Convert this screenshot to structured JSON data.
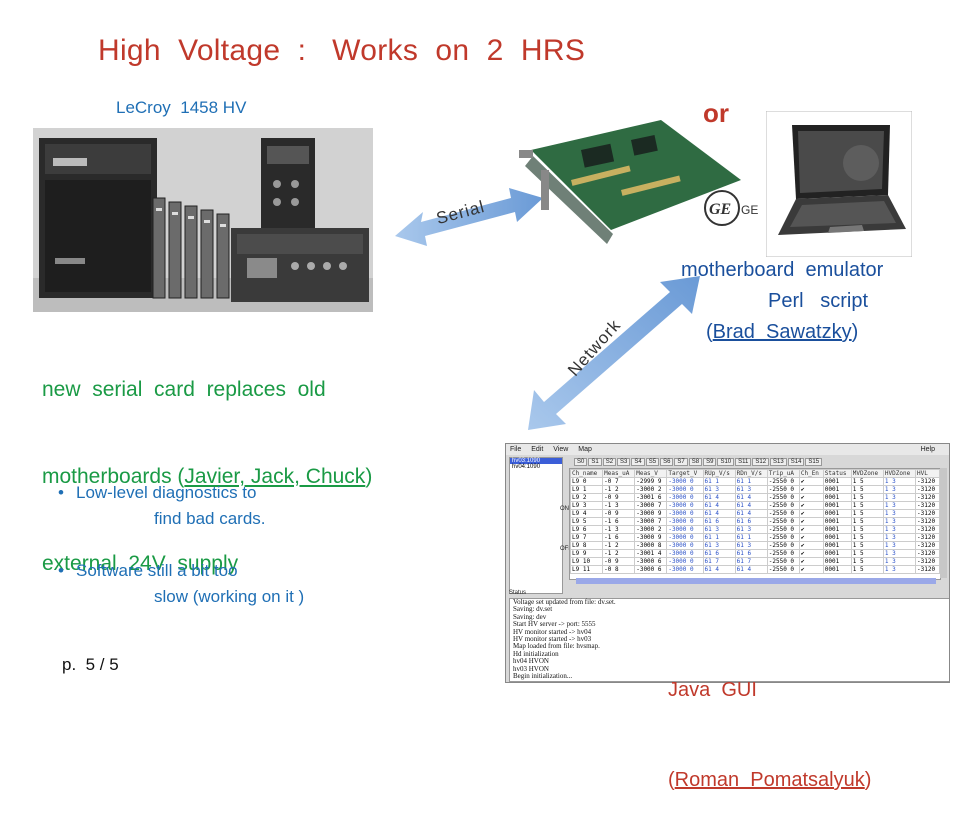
{
  "title": "High  Voltage  :   Works  on  2  HRS",
  "lecroy_label": "LeCroy  1458 HV",
  "or_label": "or",
  "serial_label": "Serial",
  "network_label": "Network",
  "ge_label": "GE",
  "left_notes": {
    "line1": "new  serial  card  replaces  old",
    "line2_pre": "motherboards (",
    "line2_names": "Javier, Jack, Chuck",
    "line2_post": ")",
    "line3": "external  24V  supply"
  },
  "emulator": {
    "line1": "motherboard  emulator",
    "line2": "Perl   script",
    "author_pre": "(",
    "author": "Brad  Sawatzky",
    "author_post": ")"
  },
  "bullets": [
    {
      "line1": "Low-level   diagnostics  to",
      "line2": "find  bad  cards."
    },
    {
      "line1": "Software still  a  bit  too",
      "line2": "slow  (working on it )"
    }
  ],
  "page_number": "p.  5 / 5",
  "java": {
    "line1": "Java  GUI",
    "author_pre": "(",
    "author": "Roman  Pomatsalyuk",
    "author_post": ")"
  },
  "gui": {
    "menu": [
      "File",
      "Edit",
      "View",
      "Map"
    ],
    "help": "Help",
    "tree": [
      "hv03:1090",
      "hv04:1090"
    ],
    "tabs": [
      "S0",
      "S1",
      "S2",
      "S3",
      "S4",
      "S5",
      "S6",
      "S7",
      "S8",
      "S9",
      "S10",
      "S11",
      "S12",
      "S13",
      "S14",
      "S15"
    ],
    "on_label": "ON",
    "off_label": "OFF",
    "columns": [
      "Ch_name",
      "Meas_uA",
      "Meas_V",
      "Target_V",
      "RUp_V/s",
      "RDn_V/s",
      "Trip_uA",
      "Ch_En",
      "Status",
      "MVDZone",
      "HVDZone",
      "HVL"
    ],
    "rows": [
      [
        "L9 0",
        "-0 7",
        "-2999 9",
        "-3000 0",
        "61 1",
        "61 1",
        "-2550 0",
        "✔",
        "0001",
        "1 5",
        "1 3",
        "-3120"
      ],
      [
        "L9 1",
        "-1 2",
        "-3000 2",
        "-3000 0",
        "61 3",
        "61 3",
        "-2550 0",
        "✔",
        "0001",
        "1 5",
        "1 3",
        "-3120"
      ],
      [
        "L9 2",
        "-0 9",
        "-3001 6",
        "-3000 0",
        "61 4",
        "61 4",
        "-2550 0",
        "✔",
        "0001",
        "1 5",
        "1 3",
        "-3120"
      ],
      [
        "L9 3",
        "-1 3",
        "-3000 7",
        "-3000 0",
        "61 4",
        "61 4",
        "-2550 0",
        "✔",
        "0001",
        "1 5",
        "1 3",
        "-3120"
      ],
      [
        "L9 4",
        "-0 9",
        "-3000 9",
        "-3000 0",
        "61 4",
        "61 4",
        "-2550 0",
        "✔",
        "0001",
        "1 5",
        "1 3",
        "-3120"
      ],
      [
        "L9 5",
        "-1 6",
        "-3000 7",
        "-3000 0",
        "61 6",
        "61 6",
        "-2550 0",
        "✔",
        "0001",
        "1 5",
        "1 3",
        "-3120"
      ],
      [
        "L9 6",
        "-1 3",
        "-3000 2",
        "-3000 0",
        "61 3",
        "61 3",
        "-2550 0",
        "✔",
        "0001",
        "1 5",
        "1 3",
        "-3120"
      ],
      [
        "L9 7",
        "-1 6",
        "-3000 9",
        "-3000 0",
        "61 1",
        "61 1",
        "-2550 0",
        "✔",
        "0001",
        "1 5",
        "1 3",
        "-3120"
      ],
      [
        "L9 8",
        "-1 2",
        "-3000 8",
        "-3000 0",
        "61 3",
        "61 3",
        "-2550 0",
        "✔",
        "0001",
        "1 5",
        "1 3",
        "-3120"
      ],
      [
        "L9 9",
        "-1 2",
        "-3001 4",
        "-3000 0",
        "61 6",
        "61 6",
        "-2550 0",
        "✔",
        "0001",
        "1 5",
        "1 3",
        "-3120"
      ],
      [
        "L9 10",
        "-0 9",
        "-3000 6",
        "-3000 0",
        "61 7",
        "61 7",
        "-2550 0",
        "✔",
        "0001",
        "1 5",
        "1 3",
        "-3120"
      ],
      [
        "L9 11",
        "-0 8",
        "-3000 6",
        "-3000 0",
        "61 4",
        "61 4",
        "-2550 0",
        "✔",
        "0001",
        "1 5",
        "1 3",
        "-3120"
      ]
    ],
    "status_label": "Status",
    "status_lines": [
      "Voltage set updated from file: dv.set.",
      "Saving: dv.set",
      "Saving: dev",
      "Start HV server -> port: 5555",
      "HV monitor started -> hv04",
      "HV monitor started -> hv03",
      "Map loaded from file: hvsmap.",
      "Hd initialization",
      "hv04 HVON",
      "hv03 HVON",
      "Begin initialization..."
    ]
  }
}
